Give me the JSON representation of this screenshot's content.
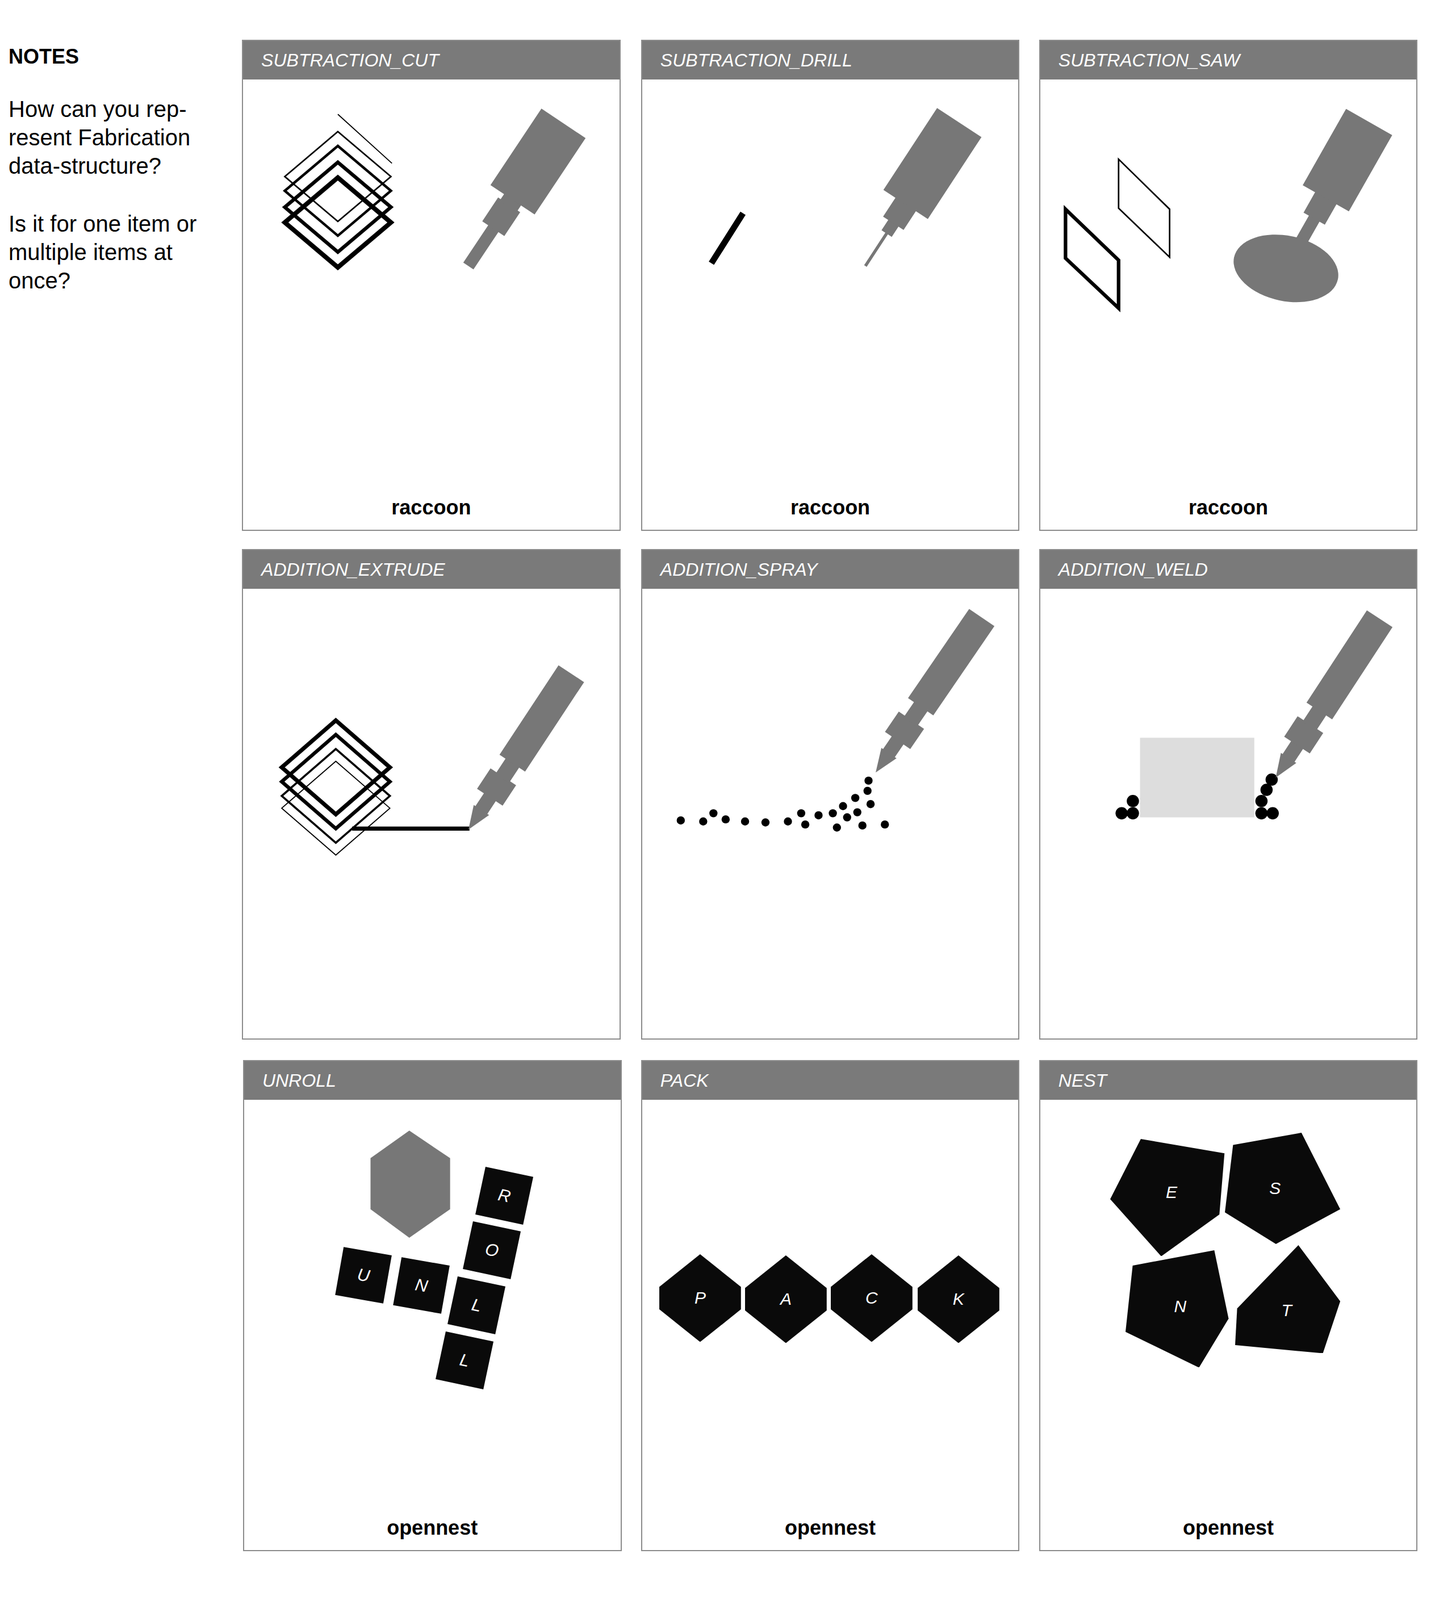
{
  "diagram": {
    "nodes": [
      {
        "text": [
          "SUBTRACTION_CUT",
          "raccoon"
        ]
      },
      {
        "text": [
          "SUBTRACTION_DRILL",
          "raccoon"
        ]
      },
      {
        "text": [
          "SUBTRACTION_SAW",
          "raccoon"
        ]
      },
      {
        "text": [
          "ADDITION_EXTRUDE"
        ]
      },
      {
        "text": [
          "ADDITION_SPRAY"
        ]
      },
      {
        "text": [
          "ADDITION_WELD"
        ]
      },
      {
        "text": [
          "UNROLL",
          "opennest"
        ]
      },
      {
        "text": [
          "U"
        ],
        "in": 6
      },
      {
        "text": [
          "N"
        ],
        "in": 6
      },
      {
        "text": [
          "R"
        ],
        "in": 6
      },
      {
        "text": [
          "O"
        ],
        "in": 6
      },
      {
        "text": [
          "L"
        ],
        "in": 6
      },
      {
        "text": [
          "L"
        ],
        "in": 6
      },
      {
        "text": [
          "PACK",
          "opennest"
        ]
      },
      {
        "text": [
          "P"
        ],
        "in": 13
      },
      {
        "text": [
          "A"
        ],
        "in": 13
      },
      {
        "text": [
          "C"
        ],
        "in": 13
      },
      {
        "text": [
          "K"
        ],
        "in": 13
      },
      {
        "text": [
          "NEST",
          "opennest"
        ]
      },
      {
        "text": [
          "E"
        ],
        "in": 18
      },
      {
        "text": [
          "S"
        ],
        "in": 18
      },
      {
        "text": [
          "N"
        ],
        "in": 18
      },
      {
        "text": [
          "T"
        ],
        "in": 18
      }
    ],
    "labels": [
      "NOTES",
      "How can you rep-resent Fabrication data-structure?",
      "Is it for one item or multiple items at once?"
    ]
  }
}
